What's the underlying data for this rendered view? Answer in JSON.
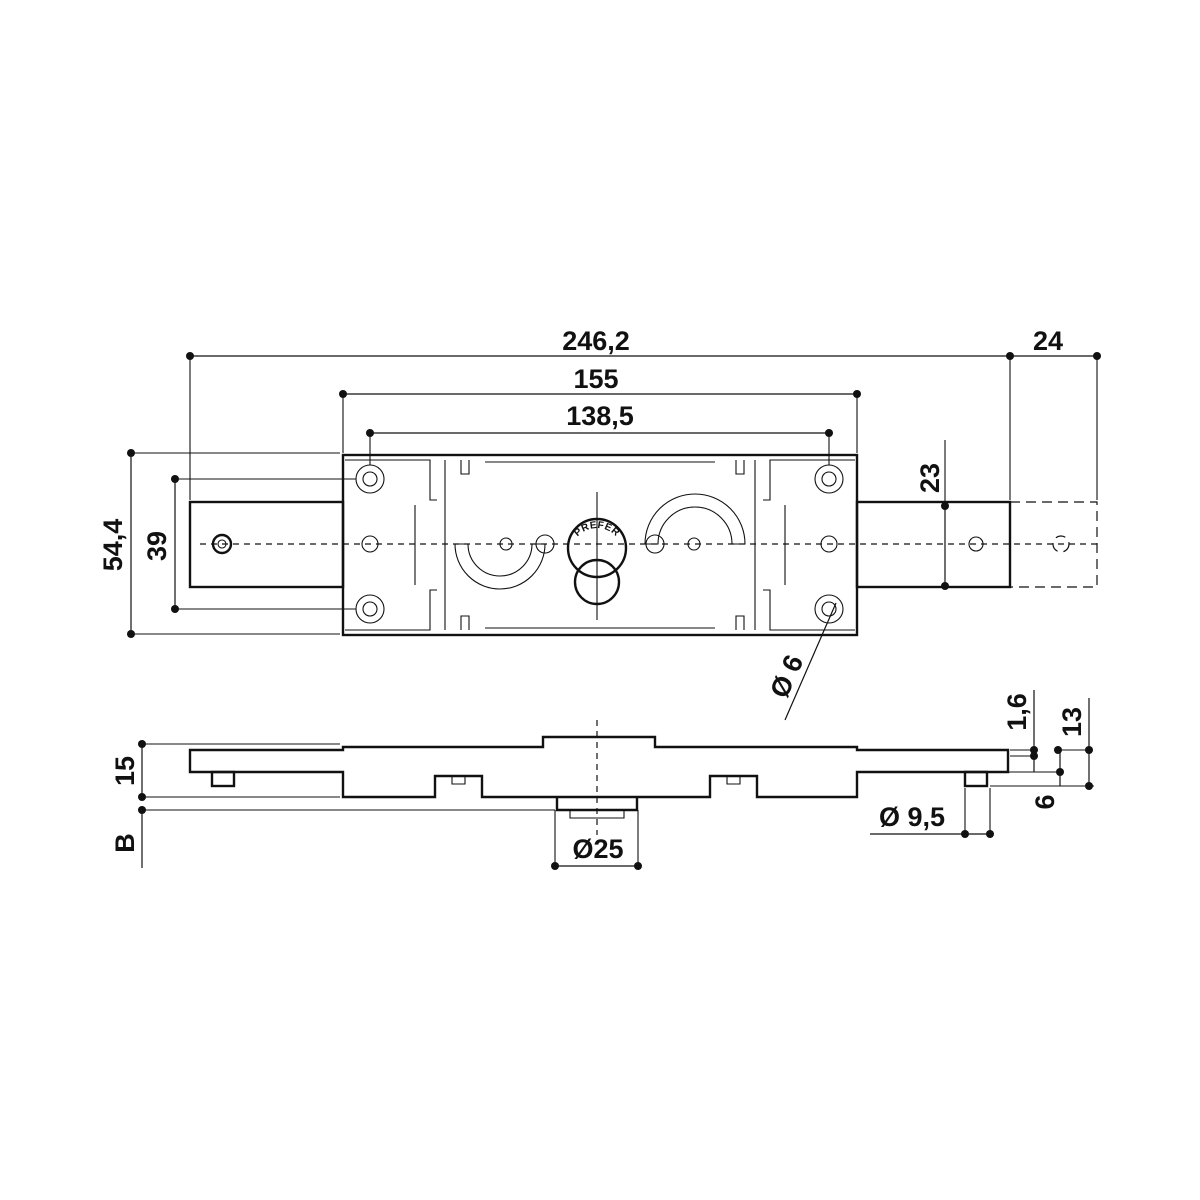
{
  "drawing": {
    "brand": "PREFER",
    "dimensions": {
      "overall_length": "246,2",
      "body_length": "155",
      "hole_spacing": "138,5",
      "extension": "24",
      "height_overall": "54,4",
      "height_bar": "39",
      "bar_offset": "23",
      "hole_diameter": "Ø 6",
      "thickness_total": "15",
      "thickness_b": "B",
      "thickness_plate": "1,6",
      "thickness_13": "13",
      "thickness_6": "6",
      "pin_diameter": "Ø 9,5",
      "cylinder_diameter": "Ø25"
    }
  }
}
